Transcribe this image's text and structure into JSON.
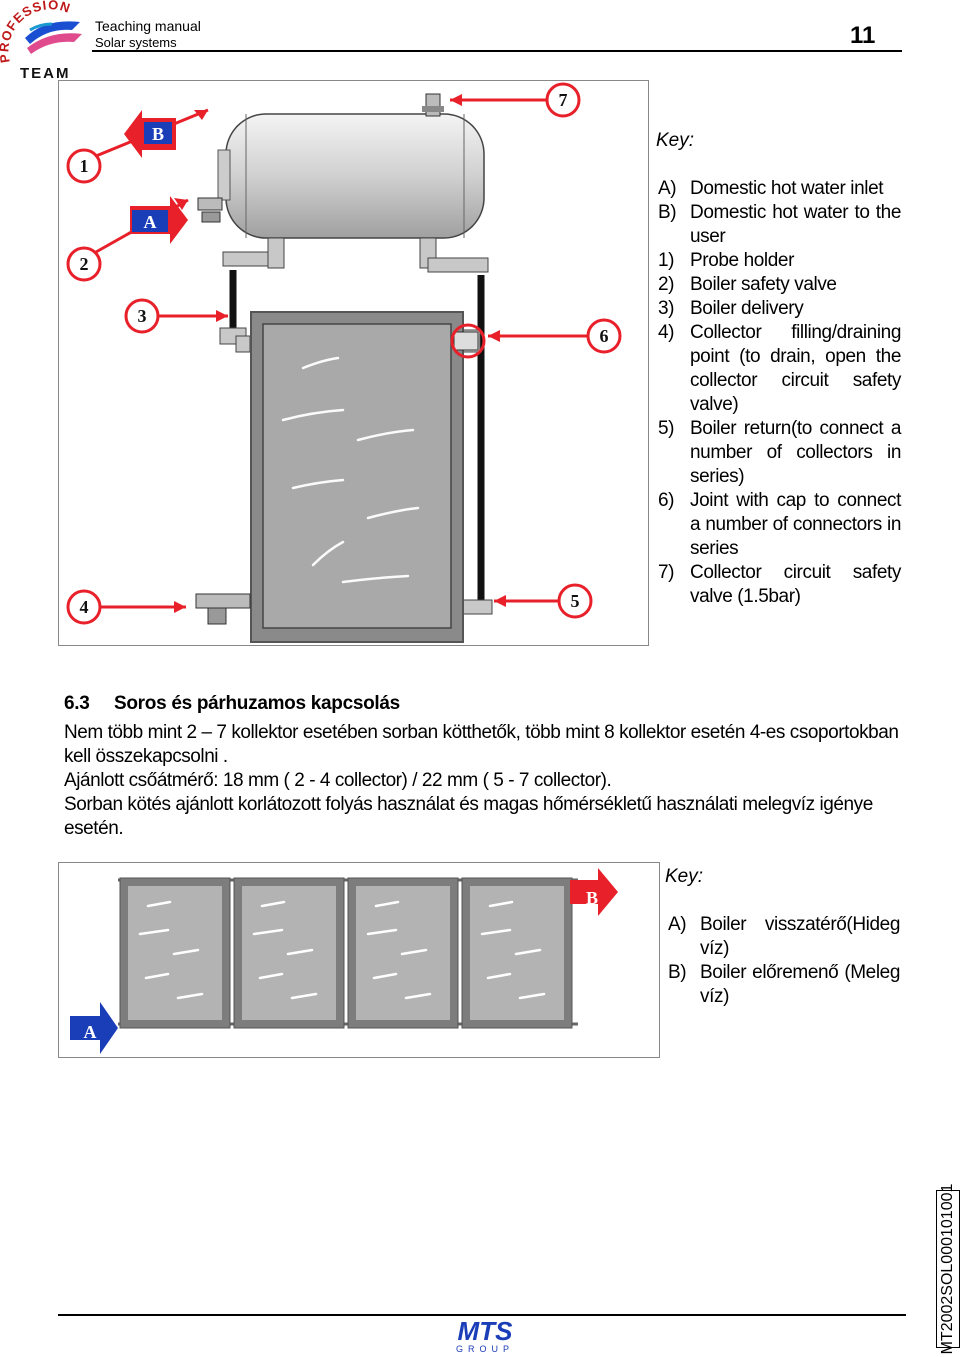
{
  "header": {
    "logo_top": "PROFESSIONAL",
    "logo_bottom": "TEAM",
    "title": "Teaching manual",
    "subtitle": "Solar systems",
    "page_number": "11"
  },
  "figure1": {
    "markers": {
      "m1": "1",
      "m2": "2",
      "m3": "3",
      "m4": "4",
      "m5": "5",
      "m6": "6",
      "m7": "7",
      "a": "A",
      "b": "B"
    },
    "key_title": "Key:",
    "key": [
      {
        "label": "A)",
        "text": "Domestic hot water inlet"
      },
      {
        "label": "B)",
        "text": "Domestic hot water to the user"
      },
      {
        "label": "1)",
        "text": "Probe holder"
      },
      {
        "label": "2)",
        "text": "Boiler safety valve"
      },
      {
        "label": "3)",
        "text": "Boiler delivery"
      },
      {
        "label": "4)",
        "text": "Collector filling/draining point (to drain, open the collector circuit safety valve)"
      },
      {
        "label": "5)",
        "text": "Boiler return(to connect a number of collectors in series)"
      },
      {
        "label": "6)",
        "text": "Joint with cap to connect a number of connectors in series"
      },
      {
        "label": "7)",
        "text": "Collector circuit safety valve (1.5bar)"
      }
    ]
  },
  "section": {
    "number": "6.3",
    "title": "Soros és párhuzamos kapcsolás",
    "paragraphs": [
      "Nem több mint 2 – 7 kollektor esetében sorban kötthetők, több mint 8 kollektor esetén  4-es csoportokban kell összekapcsolni .",
      "Ajánlott csőátmérő: 18 mm ( 2 - 4 collector) / 22 mm ( 5 - 7 collector).",
      "Sorban kötés ajánlott korlátozott folyás használat  és magas hőmérsékletű használati melegvíz igénye esetén."
    ]
  },
  "figure2": {
    "markers": {
      "a": "A",
      "b": "B"
    },
    "key_title": "Key:",
    "key": [
      {
        "label": "A)",
        "text": "Boiler visszatérő(Hideg víz)"
      },
      {
        "label": "B)",
        "text": "Boiler előremenő (Meleg víz)"
      }
    ]
  },
  "footer": {
    "brand": "MTS",
    "group": "GROUP",
    "doc_code": "MT2002SOL000101001"
  },
  "colors": {
    "arrow_red": "#e8202a",
    "arrow_blue": "#1a3db8",
    "tank_grey": "#d8d8d8",
    "panel_grey": "#a8a8a8",
    "frame_grey": "#7a7a7a"
  }
}
